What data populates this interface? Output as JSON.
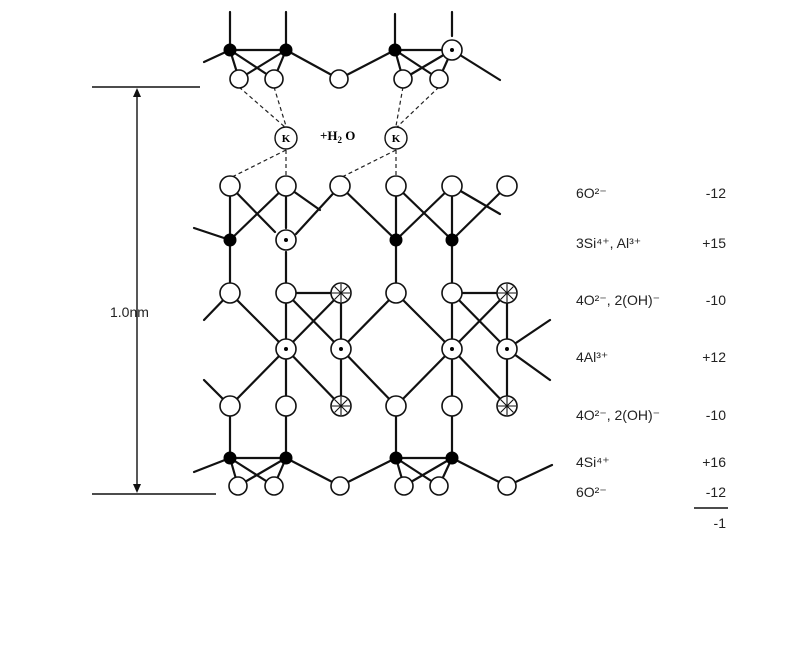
{
  "dimension": {
    "label": "1.0nm"
  },
  "interlayer": {
    "k_symbol": "K",
    "water_prefix": "+H",
    "water_sub": "2",
    "water_suffix": " O"
  },
  "layers": [
    {
      "species": "6O²⁻",
      "charge": "-12"
    },
    {
      "species": "3Si⁴⁺, Al³⁺",
      "charge": "+15"
    },
    {
      "species": "4O²⁻, 2(OH)⁻",
      "charge": "-10"
    },
    {
      "species": "4Al³⁺",
      "charge": "+12"
    },
    {
      "species": "4O²⁻, 2(OH)⁻",
      "charge": "-10"
    },
    {
      "species": "4Si⁴⁺",
      "charge": "+16"
    },
    {
      "species": "6O²⁻",
      "charge": "-12"
    }
  ],
  "net_charge": "-1"
}
